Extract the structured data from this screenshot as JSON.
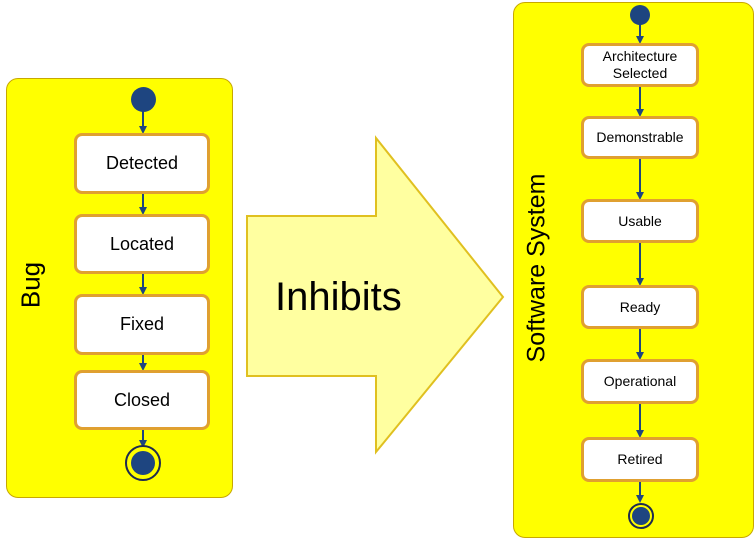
{
  "bug_diagram": {
    "title": "Bug",
    "states": [
      "Detected",
      "Located",
      "Fixed",
      "Closed"
    ]
  },
  "relation": {
    "label": "Inhibits"
  },
  "software_diagram": {
    "title": "Software System",
    "states": [
      "Architecture\nSelected",
      "Demonstrable",
      "Usable",
      "Ready",
      "Operational",
      "Retired"
    ]
  },
  "colors": {
    "panel_fill": "#ffff00",
    "state_border": "#e0a030",
    "node_fill": "#1e4580",
    "arrow_fill": "#ffffa0",
    "arrow_border": "#e0c020"
  }
}
